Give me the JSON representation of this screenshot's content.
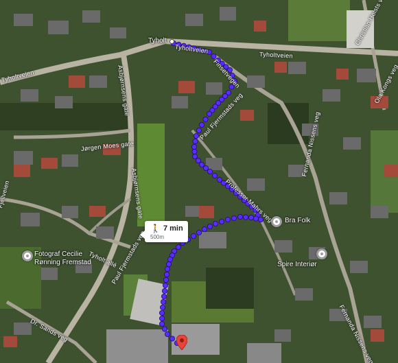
{
  "colors": {
    "route_dot": "#5b2bff",
    "route_dot_border": "#1a0f6e",
    "destination_pin": "#e8443a",
    "poi_pin": "#9e9e9e"
  },
  "place": {
    "name": "Tyholt"
  },
  "streets": [
    {
      "name": "Tyholtveien"
    },
    {
      "name": "Tyholtveien"
    },
    {
      "name": "Tyholtveien"
    },
    {
      "name": "Christian Holsts vei"
    },
    {
      "name": "Ola Kongs veg"
    },
    {
      "name": "Finsetvegen"
    },
    {
      "name": "Paul Fjermstads veg"
    },
    {
      "name": "Professor Mahrs veg"
    },
    {
      "name": "Jørgen Moes gate"
    },
    {
      "name": "Asbjørnsens gate"
    },
    {
      "name": "Asbjørnsens gate"
    },
    {
      "name": "Tyholt allé"
    },
    {
      "name": "Paul Fjermstads veg"
    },
    {
      "name": "Fernanda Nissens veg"
    },
    {
      "name": "Dr. Sands veg"
    },
    {
      "name": "Fjellveien"
    },
    {
      "name": "Fernanda Nissens veg"
    }
  ],
  "route": {
    "mode_icon": "walking-icon",
    "walk_glyph": "🚶",
    "duration": "7 min",
    "distance": "500m"
  },
  "pois": [
    {
      "name": "Bra Folk",
      "icon": "place-pin-icon"
    },
    {
      "name": "Spire Interiør",
      "icon": "place-pin-icon"
    },
    {
      "name": "Fotograf Cecilie Rønning Fremstad",
      "icon": "place-pin-icon"
    }
  ],
  "destination": {
    "icon": "destination-pin-icon"
  }
}
